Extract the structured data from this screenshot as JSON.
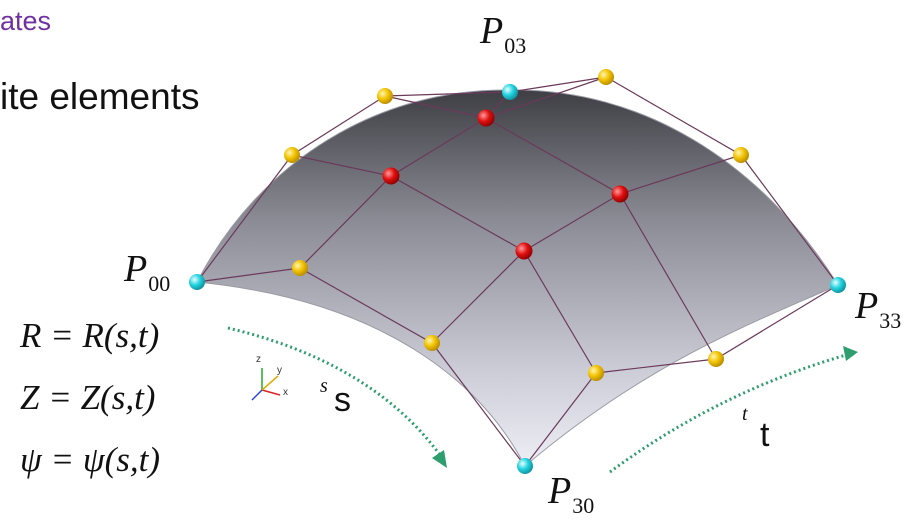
{
  "slide": {
    "subtitle": "ates",
    "heading": "ite elements"
  },
  "control_points": {
    "p03": {
      "base": "P",
      "sub": "03"
    },
    "p00": {
      "base": "P",
      "sub": "00"
    },
    "p33": {
      "base": "P",
      "sub": "33"
    },
    "p30": {
      "base": "P",
      "sub": "30"
    }
  },
  "equations": {
    "r": "R = R(s,t)",
    "z": "Z = Z(s,t)",
    "psi": "ψ = ψ(s,t)"
  },
  "axes": {
    "s_small": "s",
    "s_big": "s",
    "t_small": "t",
    "t_big": "t",
    "triad": {
      "z": "z",
      "y": "y",
      "x": "x"
    }
  },
  "colors": {
    "corner_point": "#22d3e0",
    "edge_point": "#f2c200",
    "interior_point": "#e01010",
    "control_net": "#6b3a5a",
    "arrow": "#2e9e6e",
    "subtitle": "#7030a0"
  }
}
